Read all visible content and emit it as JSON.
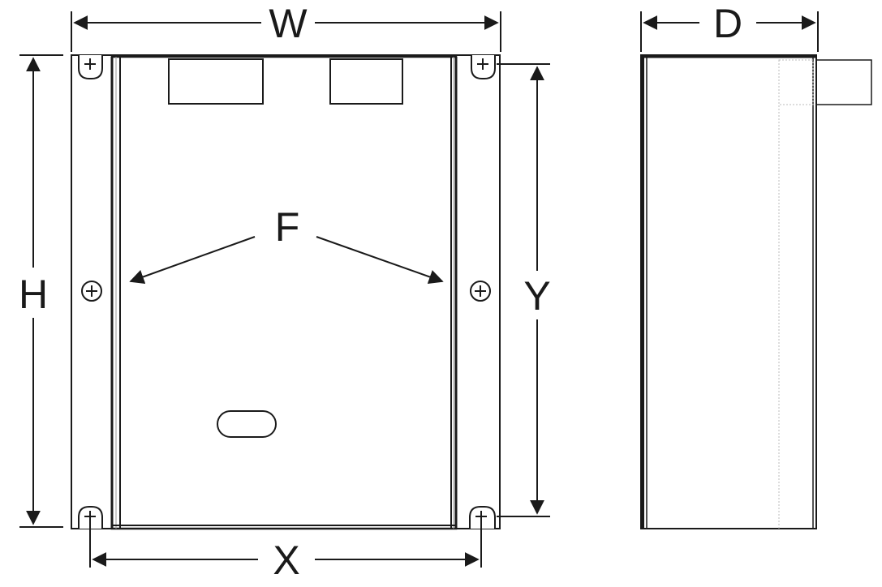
{
  "diagram": {
    "labels": {
      "width": "W",
      "height": "H",
      "depth": "D",
      "mount_x": "X",
      "mount_y": "Y",
      "flange": "F"
    },
    "colors": {
      "line": "#1a1a1a",
      "background": "#ffffff",
      "hidden_line": "#bbbbbb"
    }
  }
}
